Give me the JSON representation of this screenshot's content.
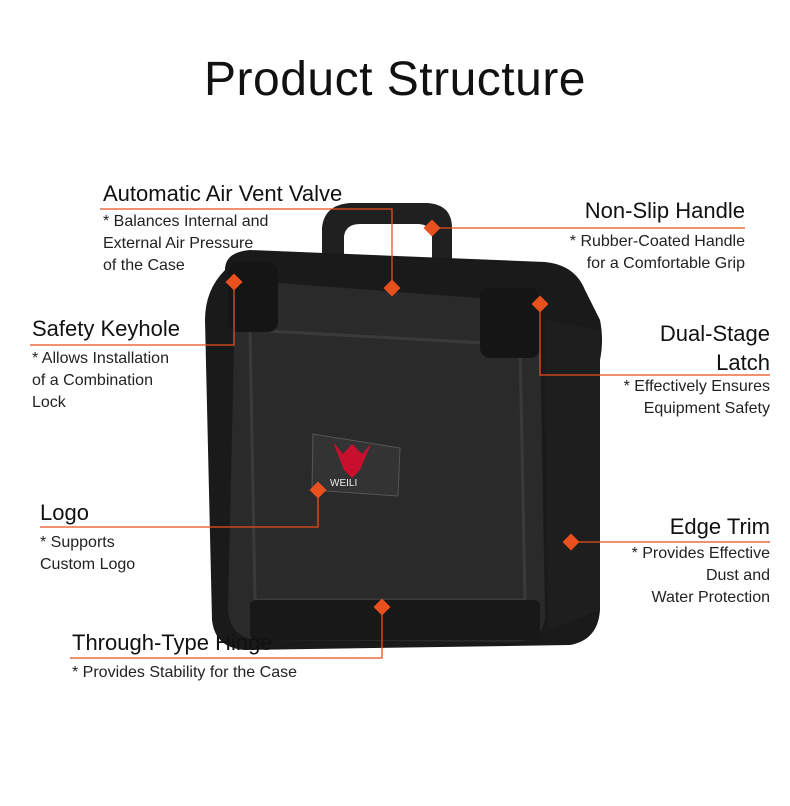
{
  "title": "Product Structure",
  "colors": {
    "accent": "#e8501e",
    "case": "#1c1c1c",
    "logo_red": "#c8102e"
  },
  "logo_text": "WEILI",
  "callouts": [
    {
      "heading": "Automatic Air Vent Valve",
      "desc": "* Balances Internal and\nExternal Air Pressure\nof the Case"
    },
    {
      "heading": "Non-Slip Handle",
      "desc": "* Rubber-Coated Handle\nfor a Comfortable Grip"
    },
    {
      "heading": "Safety Keyhole",
      "desc": "* Allows Installation\nof a Combination\nLock"
    },
    {
      "heading": "Dual-Stage\nLatch",
      "desc": "* Effectively Ensures\nEquipment Safety"
    },
    {
      "heading": "Logo",
      "desc": "* Supports\nCustom Logo"
    },
    {
      "heading": "Edge Trim",
      "desc": "* Provides Effective\nDust and\nWater Protection"
    },
    {
      "heading": "Through-Type Hinge",
      "desc": "* Provides Stability for the Case"
    }
  ]
}
